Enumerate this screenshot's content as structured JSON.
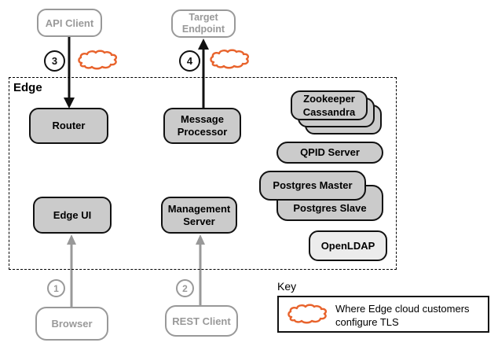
{
  "colors": {
    "node_fill": "#cbcbcb",
    "node_fill_light": "#ececec",
    "node_border": "#111111",
    "external_gray": "#999999",
    "tls_orange": "#e8632c"
  },
  "edge_zone": {
    "label": "Edge"
  },
  "external_nodes": {
    "api_client": "API Client",
    "target_endpoint": "Target Endpoint",
    "browser": "Browser",
    "rest_client": "REST Client"
  },
  "internal_nodes": {
    "router": "Router",
    "message_processor": "Message Processor",
    "edge_ui": "Edge UI",
    "management_server": "Management Server",
    "zookeeper": "Zookeeper",
    "cassandra": "Cassandra",
    "qpid_server": "QPID Server",
    "postgres_master": "Postgres Master",
    "postgres_slave": "Postgres Slave",
    "openldap": "OpenLDAP"
  },
  "steps": {
    "s1": "1",
    "s2": "2",
    "s3": "3",
    "s4": "4"
  },
  "key": {
    "title": "Key",
    "cloud_icon": "tls-cloud-icon",
    "description": "Where Edge cloud customers\nconfigure TLS"
  }
}
